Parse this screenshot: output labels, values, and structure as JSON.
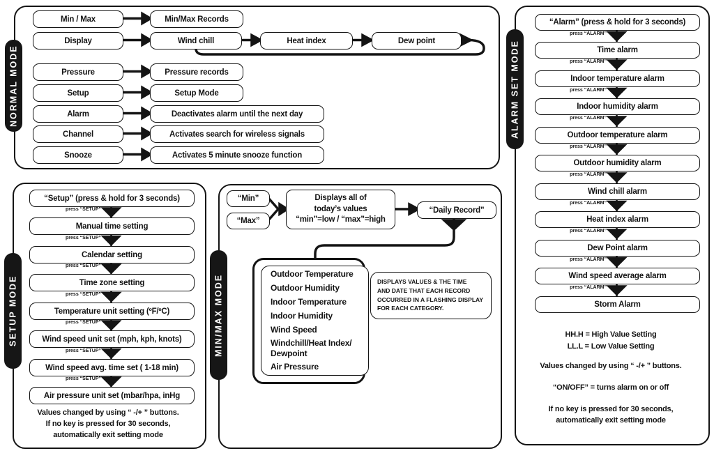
{
  "colors": {
    "ink": "#141414",
    "paper": "#ffffff"
  },
  "panels": {
    "normal": {
      "label": "NORMAL MODE",
      "rows": [
        {
          "button": "Min / Max",
          "result": "Min/Max Records"
        },
        {
          "button": "Display",
          "chain": [
            "Wind chill",
            "Heat index",
            "Dew point"
          ]
        },
        {
          "button": "Pressure",
          "result": "Pressure records"
        },
        {
          "button": "Setup",
          "result": "Setup Mode"
        },
        {
          "button": "Alarm",
          "result": "Deactivates alarm until the next day"
        },
        {
          "button": "Channel",
          "result": "Activates search for wireless signals"
        },
        {
          "button": "Snooze",
          "result": "Activates 5 minute snooze function"
        }
      ]
    },
    "setup": {
      "label": "SETUP MODE",
      "start": "“Setup” (press & hold for 3 seconds)",
      "press": "press “SETUP”",
      "steps": [
        "Manual time setting",
        "Calendar setting",
        "Time zone setting",
        "Temperature unit setting (ºF/ºC)",
        "Wind speed unit set (mph, kph, knots)",
        "Wind speed avg. time set ( 1-18 min)",
        "Air pressure unit set (mbar/hpa, inHg"
      ],
      "footer": [
        "Values changed by using “ -/+ ” buttons.",
        "If no key is pressed for 30 seconds,",
        "automatically exit setting mode"
      ]
    },
    "minmax": {
      "label": "MIN/MAX MODE",
      "min_button": "“Min”",
      "max_button": "“Max”",
      "display_box": [
        "Displays all of",
        "today’s values",
        "“min”=low / “max”=high"
      ],
      "daily_record": "“Daily Record”",
      "list_lines": [
        "Outdoor Temperature",
        "Outdoor Humidity",
        "Indoor Temperature",
        "Indoor Humidity",
        "Wind Speed",
        "Windchill/Heat Index/",
        "Dewpoint",
        "Air Pressure"
      ],
      "note_lines": [
        "DISPLAYS VALUES & THE TIME",
        "AND DATE THAT EACH RECORD",
        "OCCURRED IN A FLASHING DISPLAY",
        "FOR EACH CATEGORY."
      ]
    },
    "alarm": {
      "label": "ALARM SET MODE",
      "start": "“Alarm” (press & hold for 3 seconds)",
      "press": "press “ALARM”",
      "steps": [
        "Time alarm",
        "Indoor temperature alarm",
        "Indoor humidity alarm",
        "Outdoor temperature alarm",
        "Outdoor humidity alarm",
        "Wind chill alarm",
        "Heat index alarm",
        "Dew Point alarm",
        "Wind speed average alarm",
        "Storm Alarm"
      ],
      "footer": [
        "HH.H = High Value Setting",
        "LL.L = Low Value Setting",
        "Values changed by using “ -/+ ” buttons.",
        "“ON/OFF” = turns alarm on or off",
        "If no key is pressed for 30 seconds,",
        "automatically exit setting mode"
      ]
    }
  }
}
